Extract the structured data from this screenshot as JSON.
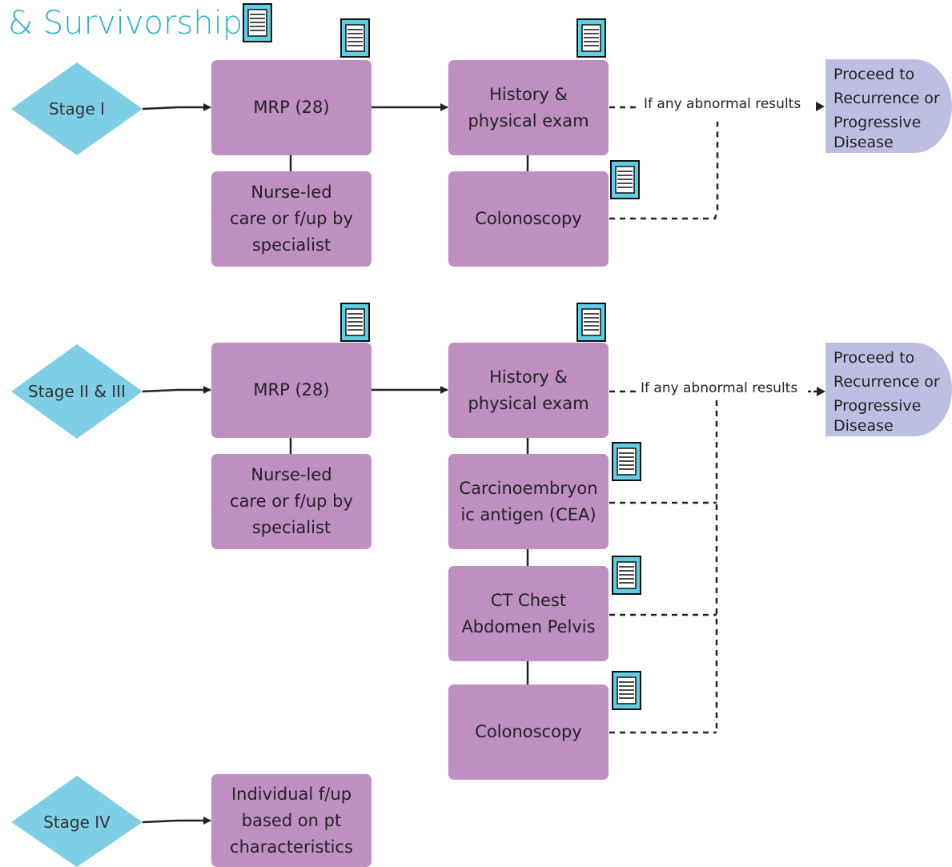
{
  "header": {
    "title": "& Survivorship",
    "title_color": "#2ab5c8"
  },
  "colors": {
    "box": "#bf8fc2",
    "diamond": "#7ecfe6",
    "outcome": "#bdbfe2",
    "doc_icon": "#5fcde3",
    "line": "#222222"
  },
  "icons": {
    "document": "document-icon"
  },
  "stage1": {
    "label": "Stage I",
    "mrp": "MRP (28)",
    "nurse": [
      "Nurse-led",
      "care or f/up by",
      "specialist"
    ],
    "history": [
      "History &",
      "physical exam"
    ],
    "colonoscopy": "Colonoscopy",
    "abnormal": "If any abnormal results",
    "outcome": [
      "Proceed to",
      "Recurrence or",
      "Progressive",
      "Disease"
    ]
  },
  "stage23": {
    "label": "Stage II & III",
    "mrp": "MRP (28)",
    "nurse": [
      "Nurse-led",
      "care or f/up by",
      "specialist"
    ],
    "history": [
      "History &",
      "physical exam"
    ],
    "cea": [
      "Carcinoembryon",
      "ic antigen (CEA)"
    ],
    "ct": [
      "CT Chest",
      "Abdomen Pelvis"
    ],
    "colonoscopy": "Colonoscopy",
    "abnormal": "If any abnormal results",
    "outcome": [
      "Proceed to",
      "Recurrence or",
      "Progressive",
      "Disease"
    ]
  },
  "stage4": {
    "label": "Stage IV",
    "individual": [
      "Individual f/up",
      "based on pt",
      "characteristics"
    ]
  }
}
